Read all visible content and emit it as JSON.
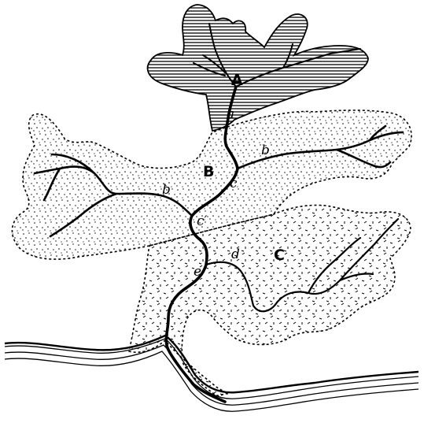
{
  "labels": {
    "region_a": "A",
    "region_b": "B",
    "region_c": "C",
    "stream_a": "a",
    "stream_b_right": "b",
    "stream_b_left": "b",
    "stream_c": "c",
    "stream_c_prime": "c′",
    "stream_d": "d",
    "stream_e": "e"
  },
  "colors": {
    "ink": "#000000",
    "paper": "#ffffff"
  }
}
